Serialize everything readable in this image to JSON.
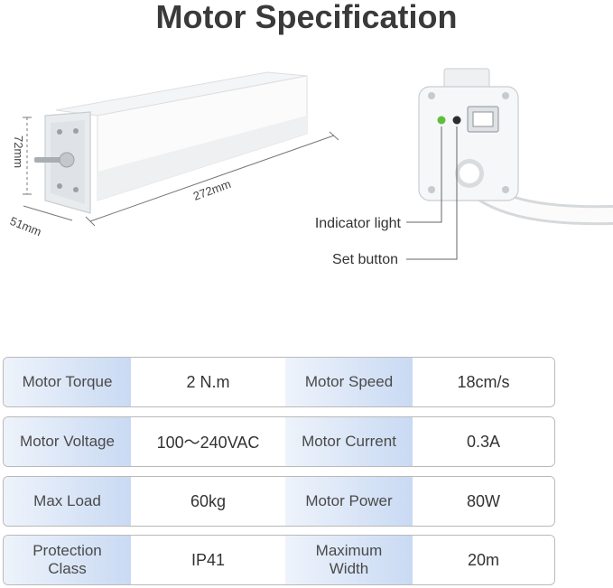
{
  "title": "Motor Specification",
  "diagram": {
    "height_label": "72mm",
    "depth_label": "51mm",
    "length_label": "272mm",
    "indicator_label": "Indicator light",
    "button_label": "Set button"
  },
  "specs": [
    [
      {
        "label": "Motor Torque",
        "value": "2 N.m"
      },
      {
        "label": "Motor Speed",
        "value": "18cm/s"
      }
    ],
    [
      {
        "label": "Motor Voltage",
        "value": "100～240VAC"
      },
      {
        "label": "Motor Current",
        "value": "0.3A"
      }
    ],
    [
      {
        "label": "Max Load",
        "value": "60kg"
      },
      {
        "label": "Motor Power",
        "value": "80W"
      }
    ],
    [
      {
        "label": "Protection Class",
        "value": "IP41"
      },
      {
        "label": "Maximum Width",
        "value": "20m"
      }
    ]
  ],
  "colors": {
    "label_bg_start": "#eef3fb",
    "label_bg_end": "#c9daf3",
    "indicator_green": "#5fbf3a"
  }
}
